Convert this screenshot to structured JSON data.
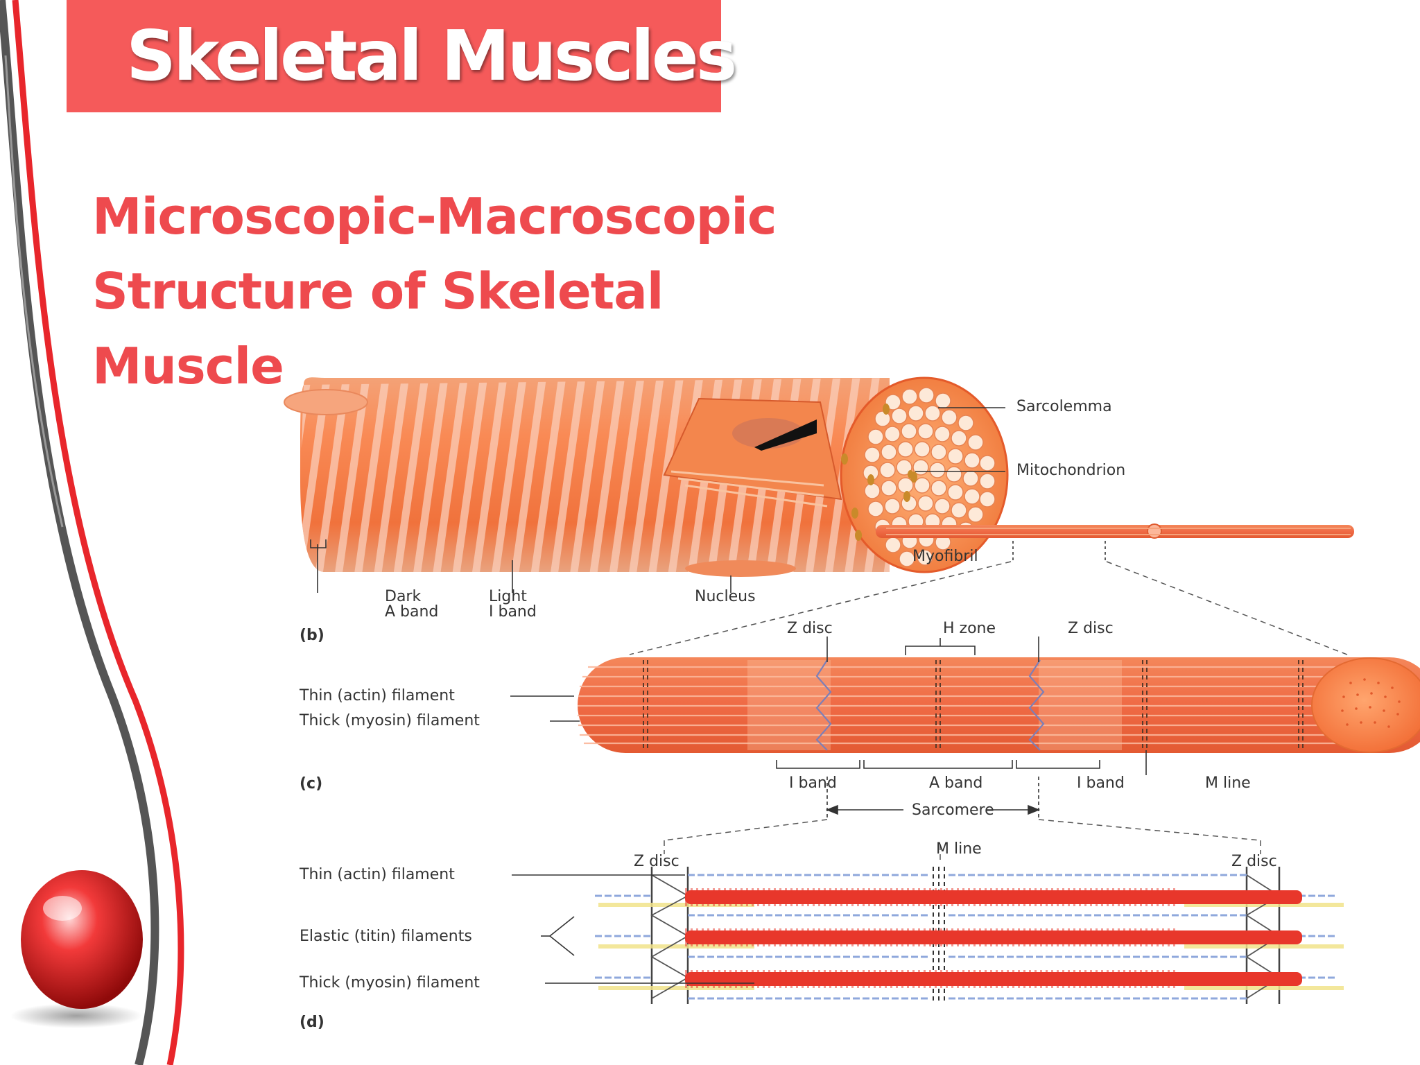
{
  "slide": {
    "title": "Skeletal Muscles",
    "subtitle_lines": [
      "Microscopic-Macroscopic",
      "Structure of Skeletal",
      "Muscle"
    ]
  },
  "colors": {
    "title_bar": "#f55a5a",
    "subtitle": "#ee4a4e",
    "muscle_orange": "#f57a45",
    "myosin_red": "#e83a2e",
    "label_text": "#333333"
  },
  "figure_b": {
    "panel": "(b)",
    "labels": {
      "sarcolemma": "Sarcolemma",
      "mitochondrion": "Mitochondrion",
      "myofibril": "Myofibril",
      "nucleus": "Nucleus",
      "dark_band_line1": "Dark",
      "dark_band_line2": "A band",
      "light_band_line1": "Light",
      "light_band_line2": "I band"
    }
  },
  "figure_c": {
    "panel": "(c)",
    "labels": {
      "z_disc_left": "Z disc",
      "h_zone": "H zone",
      "z_disc_right": "Z disc",
      "thin_filament": "Thin (actin) filament",
      "thick_filament": "Thick (myosin) filament",
      "i_band_left": "I band",
      "a_band": "A band",
      "i_band_right": "I band",
      "m_line": "M line",
      "sarcomere": "Sarcomere"
    }
  },
  "figure_d": {
    "panel": "(d)",
    "labels": {
      "m_line": "M line",
      "z_disc_left": "Z disc",
      "z_disc_right": "Z disc",
      "thin_filament": "Thin (actin) filament",
      "elastic_filaments": "Elastic (titin) filaments",
      "thick_filament": "Thick (myosin) filament"
    }
  }
}
